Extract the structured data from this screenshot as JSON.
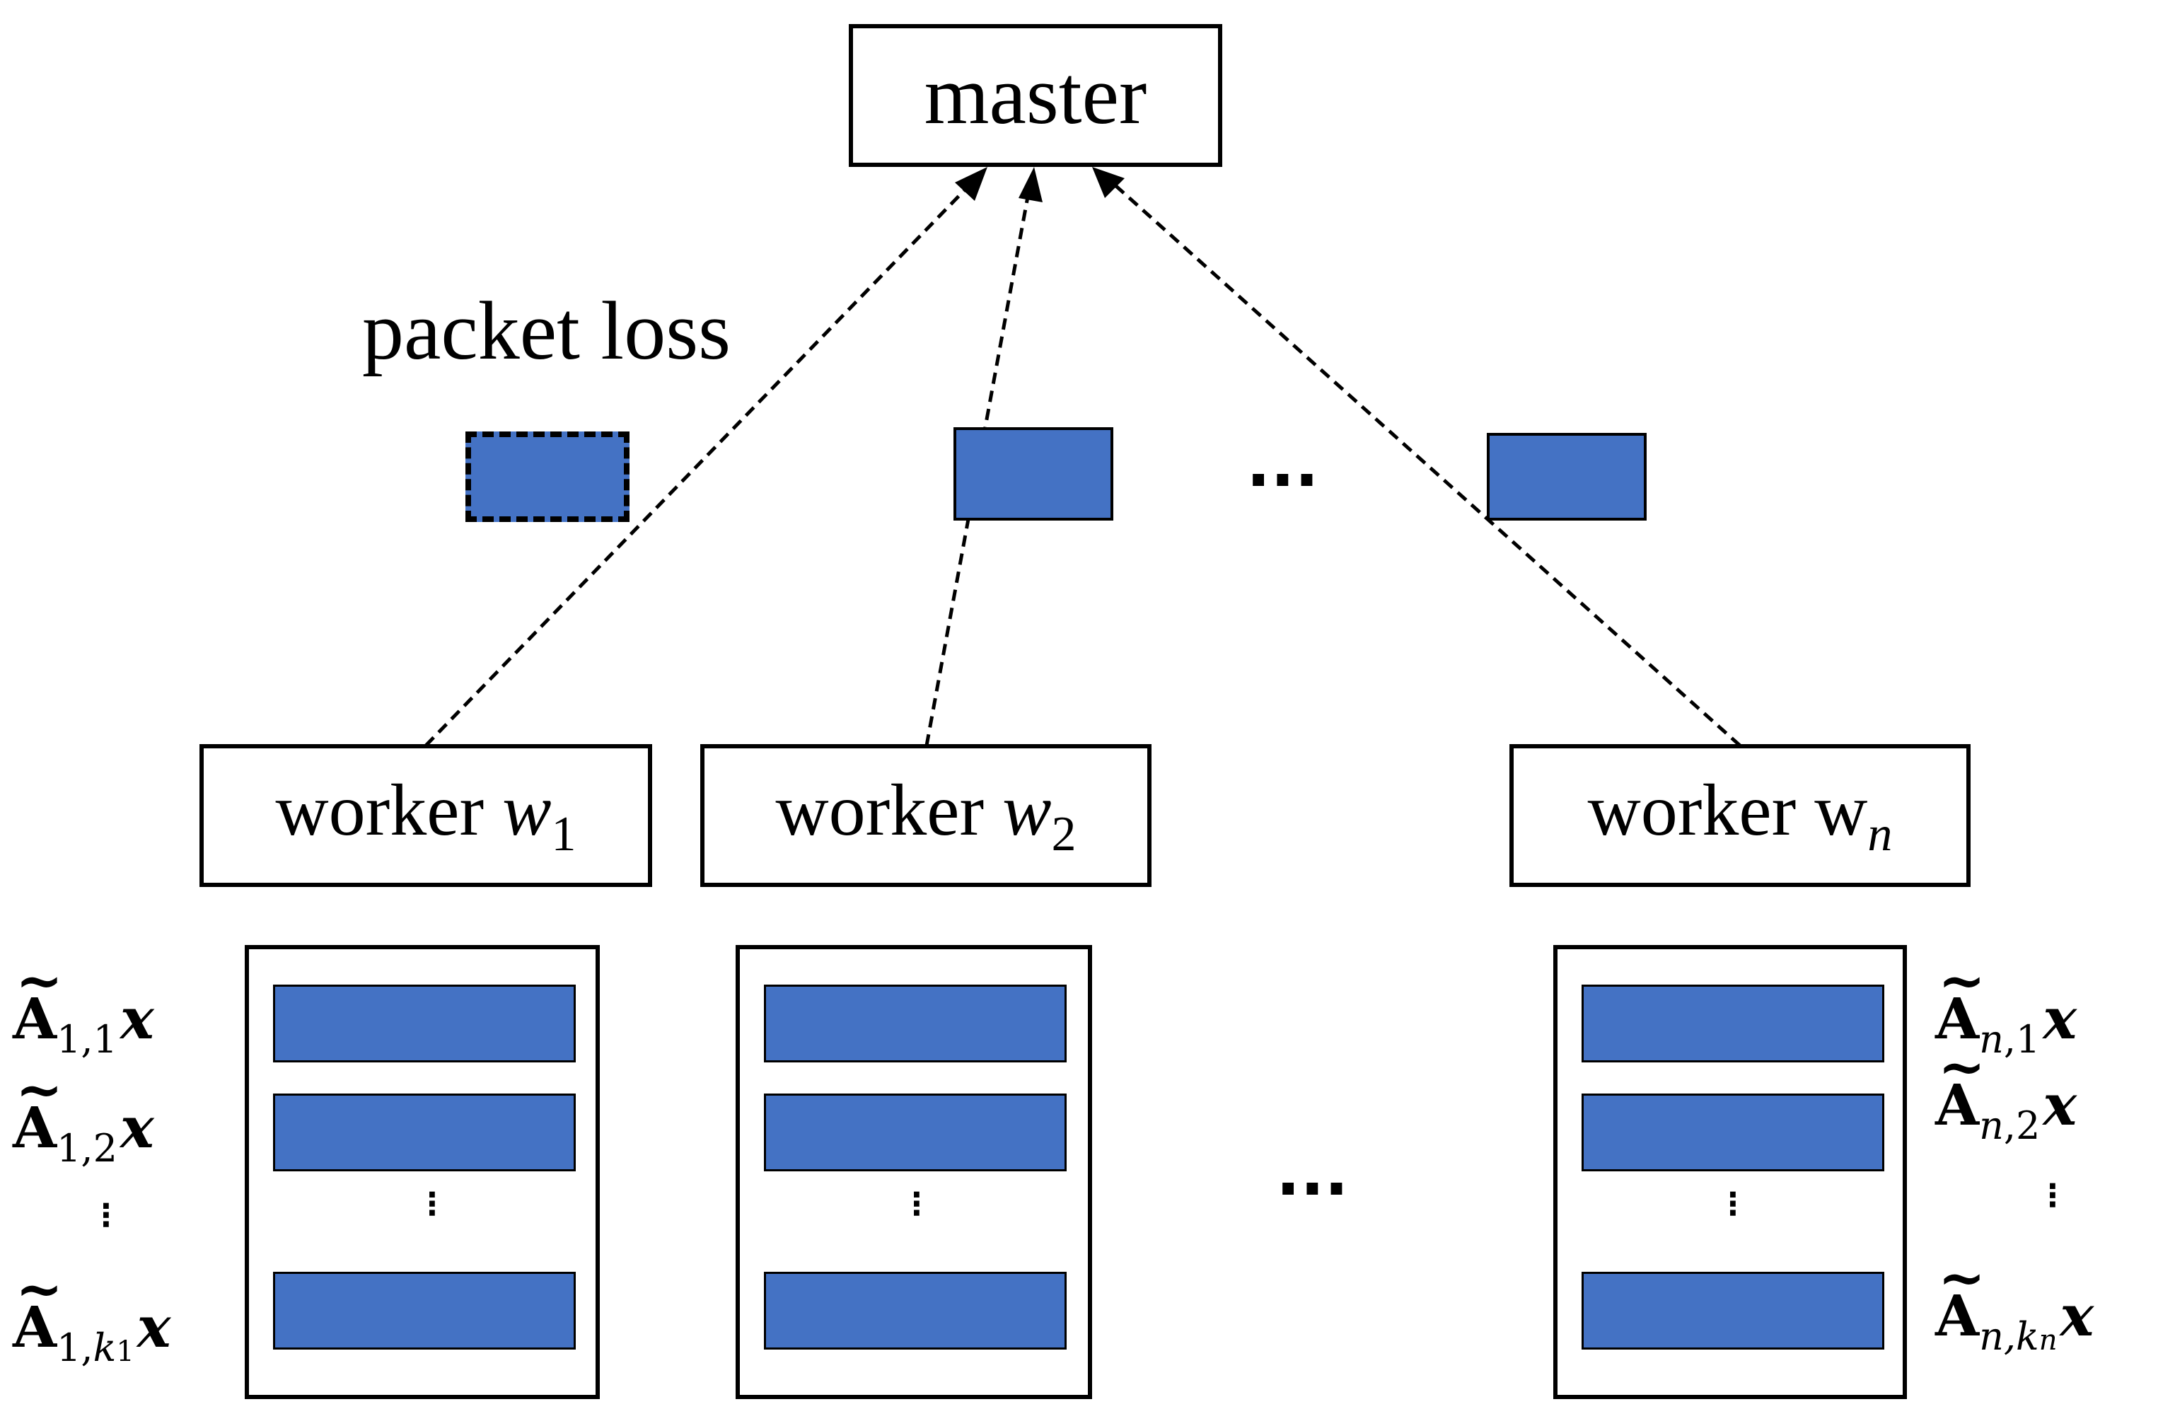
{
  "master": {
    "label": "master"
  },
  "workers": [
    {
      "prefix": "worker ",
      "var": "w",
      "subscript": "1"
    },
    {
      "prefix": "worker ",
      "var": "w",
      "subscript": "2"
    },
    {
      "prefix": "worker w",
      "var": "",
      "subscript": "n"
    }
  ],
  "packet_loss_label": "packet loss",
  "ellipsis": "...",
  "vertical_ellipsis": "⋮",
  "left_labels": [
    {
      "base": "A",
      "sub_main": "1,1",
      "sub_var": "",
      "sub_sub": "",
      "vec": "x"
    },
    {
      "base": "A",
      "sub_main": "1,2",
      "sub_var": "",
      "sub_sub": "",
      "vec": "x"
    },
    {
      "base": "A",
      "sub_main": "1,",
      "sub_var": "k",
      "sub_sub": "1",
      "vec": "x"
    }
  ],
  "right_labels": [
    {
      "base": "A",
      "sub_main": "n",
      "sub_var": ",1",
      "sub_sub": "",
      "vec": "x"
    },
    {
      "base": "A",
      "sub_main": "n",
      "sub_var": ",2",
      "sub_sub": "",
      "vec": "x"
    },
    {
      "base": "A",
      "sub_main": "n",
      "sub_var": ",k",
      "sub_sub": "n",
      "vec": "x"
    }
  ],
  "colors": {
    "packet_fill": "#4472c4",
    "stroke": "#000000"
  }
}
